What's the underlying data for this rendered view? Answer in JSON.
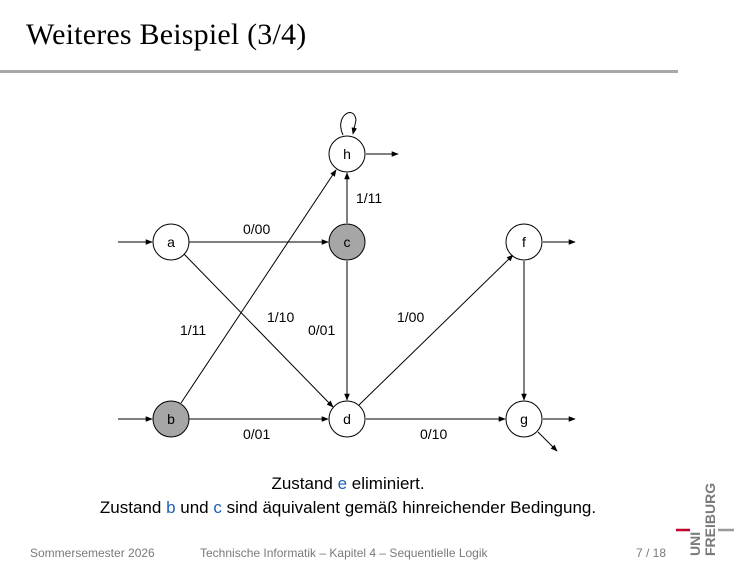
{
  "slide": {
    "title": "Weiteres Beispiel (3/4)",
    "caption_line1": {
      "pre": "Zustand ",
      "hl": "e",
      "post": " eliminiert."
    },
    "caption_line2": {
      "pre": "Zustand ",
      "hl1": "b",
      "mid": " und ",
      "hl2": "c",
      "post": " sind äquivalent gemäß hinreichender Bedingung."
    }
  },
  "footer": {
    "left": "Sommersemester 2026",
    "center": "Technische Informatik – Kapitel 4 – Sequentielle Logik",
    "page": "7 / 18"
  },
  "logo": {
    "text_uni": "UNI",
    "text_freiburg": "FREIBURG",
    "accent": "#c1002a"
  },
  "diagram": {
    "states": [
      {
        "id": "a",
        "label": "a",
        "highlighted": false
      },
      {
        "id": "b",
        "label": "b",
        "highlighted": true
      },
      {
        "id": "c",
        "label": "c",
        "highlighted": true
      },
      {
        "id": "d",
        "label": "d",
        "highlighted": false
      },
      {
        "id": "f",
        "label": "f",
        "highlighted": false
      },
      {
        "id": "g",
        "label": "g",
        "highlighted": false
      },
      {
        "id": "h",
        "label": "h",
        "highlighted": false
      }
    ],
    "edge_labels": {
      "a_c": "0/00",
      "c_h": "1/11",
      "b_h": "1/11",
      "a_d": "1/10",
      "c_d": "0/01",
      "d_f": "1/00",
      "b_d": "0/01",
      "d_g": "0/10"
    },
    "highlight_color": "#a6a6a6"
  }
}
